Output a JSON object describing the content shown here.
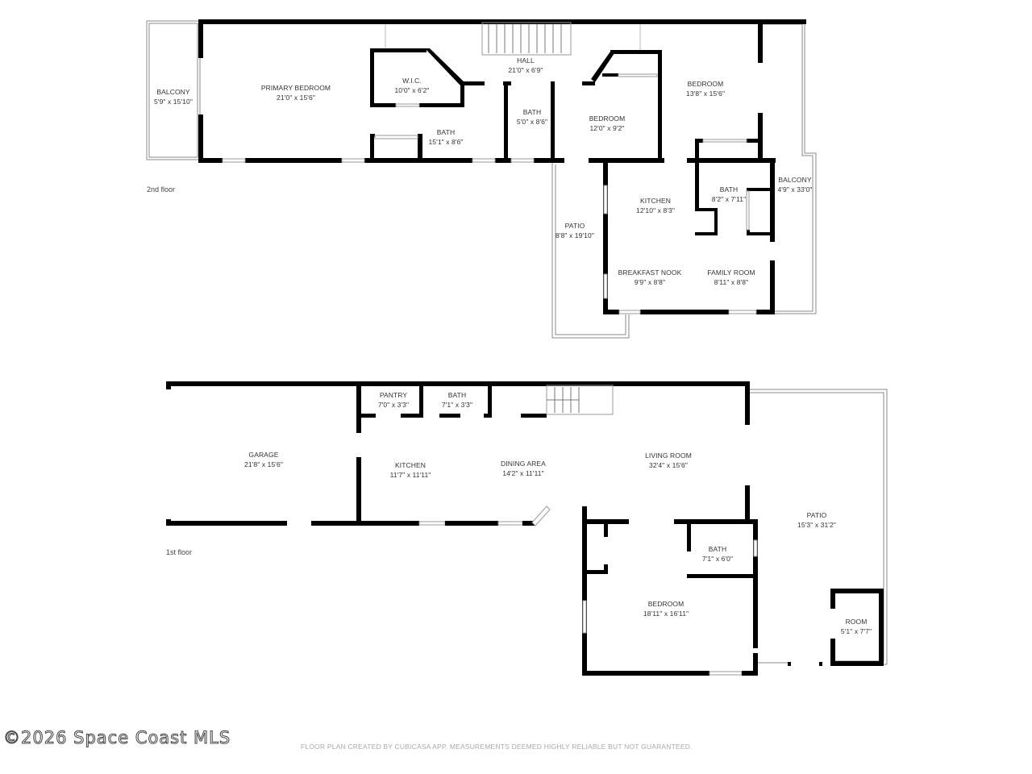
{
  "floors": [
    {
      "label": "2nd floor",
      "rooms": [
        {
          "name": "BALCONY",
          "dims": "5'9\" x 15'10\""
        },
        {
          "name": "PRIMARY BEDROOM",
          "dims": "21'0\" x 15'6\""
        },
        {
          "name": "W.I.C.",
          "dims": "10'0\" x 6'2\""
        },
        {
          "name": "BATH",
          "dims": "15'1\" x 8'6\""
        },
        {
          "name": "HALL",
          "dims": "21'0\" x 6'9\""
        },
        {
          "name": "BATH",
          "dims": "5'0\" x 8'6\""
        },
        {
          "name": "BEDROOM",
          "dims": "12'0\" x 9'2\""
        },
        {
          "name": "BEDROOM",
          "dims": "13'8\" x 15'6\""
        },
        {
          "name": "KITCHEN",
          "dims": "12'10\" x 8'3\""
        },
        {
          "name": "BATH",
          "dims": "8'2\" x 7'11\""
        },
        {
          "name": "BALCONY",
          "dims": "4'9\" x 33'0\""
        },
        {
          "name": "PATIO",
          "dims": "8'8\" x 19'10\""
        },
        {
          "name": "BREAKFAST NOOK",
          "dims": "9'9\" x 8'8\""
        },
        {
          "name": "FAMILY ROOM",
          "dims": "8'11\" x 8'8\""
        }
      ]
    },
    {
      "label": "1st floor",
      "rooms": [
        {
          "name": "GARAGE",
          "dims": "21'8\" x 15'6\""
        },
        {
          "name": "PANTRY",
          "dims": "7'0\" x 3'3\""
        },
        {
          "name": "BATH",
          "dims": "7'1\" x 3'3\""
        },
        {
          "name": "KITCHEN",
          "dims": "11'7\" x 11'11\""
        },
        {
          "name": "DINING AREA",
          "dims": "14'2\" x 11'11\""
        },
        {
          "name": "LIVING ROOM",
          "dims": "32'4\" x 15'6\""
        },
        {
          "name": "PATIO",
          "dims": "15'3\" x 31'2\""
        },
        {
          "name": "BATH",
          "dims": "7'1\" x 6'0\""
        },
        {
          "name": "BEDROOM",
          "dims": "18'11\" x 16'11\""
        },
        {
          "name": "ROOM",
          "dims": "5'1\" x 7'7\""
        }
      ]
    }
  ],
  "footer": {
    "watermark": "©2026 Space Coast MLS",
    "disclaimer": "FLOOR PLAN CREATED BY CUBICASA APP. MEASUREMENTS DEEMED HIGHLY RELIABLE BUT NOT GUARANTEED."
  },
  "colors": {
    "wall": "#000000",
    "outline": "#8a8a8a",
    "text": "#333333",
    "background": "#ffffff"
  }
}
